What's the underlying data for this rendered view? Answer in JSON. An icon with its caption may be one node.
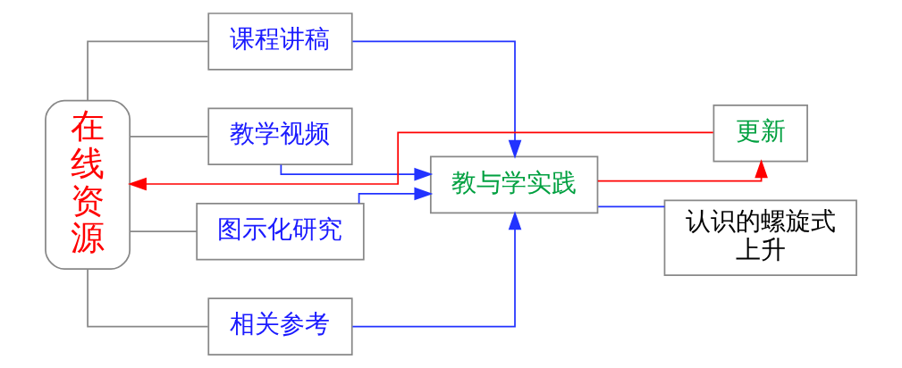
{
  "diagram": {
    "nodes": [
      {
        "text": [
          "在线资源"
        ]
      },
      {
        "text": [
          "课程讲稿"
        ]
      },
      {
        "text": [
          "教学视频"
        ]
      },
      {
        "text": [
          "图示化研究"
        ]
      },
      {
        "text": [
          "相关参考"
        ]
      },
      {
        "text": [
          "教与学实践"
        ]
      },
      {
        "text": [
          "更新"
        ]
      },
      {
        "text": [
          "认识的螺旋式上升"
        ]
      }
    ],
    "edges": [
      {
        "from": 0,
        "to": 1,
        "arrow": "none",
        "color": "#888888"
      },
      {
        "from": 0,
        "to": 2,
        "arrow": "none",
        "color": "#888888"
      },
      {
        "from": 0,
        "to": 3,
        "arrow": "none",
        "color": "#888888"
      },
      {
        "from": 0,
        "to": 4,
        "arrow": "none",
        "color": "#888888"
      },
      {
        "from": 1,
        "to": 5,
        "arrow": "to",
        "color": "#2233ff"
      },
      {
        "from": 2,
        "to": 5,
        "arrow": "to",
        "color": "#2233ff"
      },
      {
        "from": 3,
        "to": 5,
        "arrow": "to",
        "color": "#2233ff"
      },
      {
        "from": 4,
        "to": 5,
        "arrow": "to",
        "color": "#2233ff"
      },
      {
        "from": 5,
        "to": 6,
        "arrow": "to",
        "color": "#ff0000"
      },
      {
        "from": 5,
        "to": 7,
        "arrow": "none",
        "color": "#2233ff"
      },
      {
        "from": 6,
        "to": 0,
        "arrow": "to",
        "color": "#ff0000"
      }
    ]
  }
}
